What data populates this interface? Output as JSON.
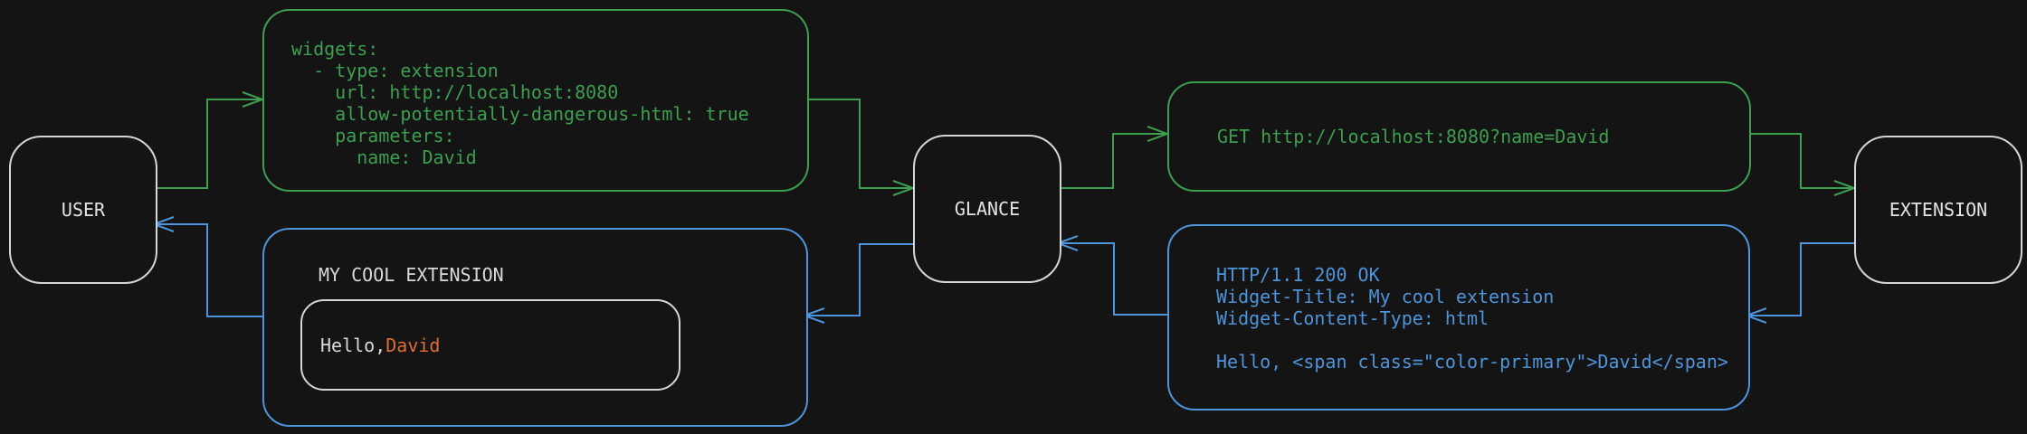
{
  "diagram": {
    "background": "#141414",
    "colors": {
      "request_green": "#3e9e50",
      "response_blue": "#4e94da",
      "primary_orange": "#e06c33",
      "node_border": "#d6d6d6",
      "text_light": "#e4e4e4"
    },
    "nodes": {
      "user": {
        "label": "USER"
      },
      "glance": {
        "label": "GLANCE"
      },
      "extension": {
        "label": "EXTENSION"
      }
    },
    "config": {
      "yaml_lines": [
        "widgets:",
        "  - type: extension",
        "    url: http://localhost:8080",
        "    allow-potentially-dangerous-html: true",
        "    parameters:",
        "      name: David"
      ]
    },
    "request": {
      "text": "GET http://localhost:8080?name=David"
    },
    "response": {
      "lines": [
        "HTTP/1.1 200 OK",
        "Widget-Title: My cool extension",
        "Widget-Content-Type: html",
        "",
        "Hello, <span class=\"color-primary\">David</span>"
      ]
    },
    "widget": {
      "title": "MY COOL EXTENSION",
      "greeting_prefix": "Hello, ",
      "greeting_name": "David"
    }
  }
}
